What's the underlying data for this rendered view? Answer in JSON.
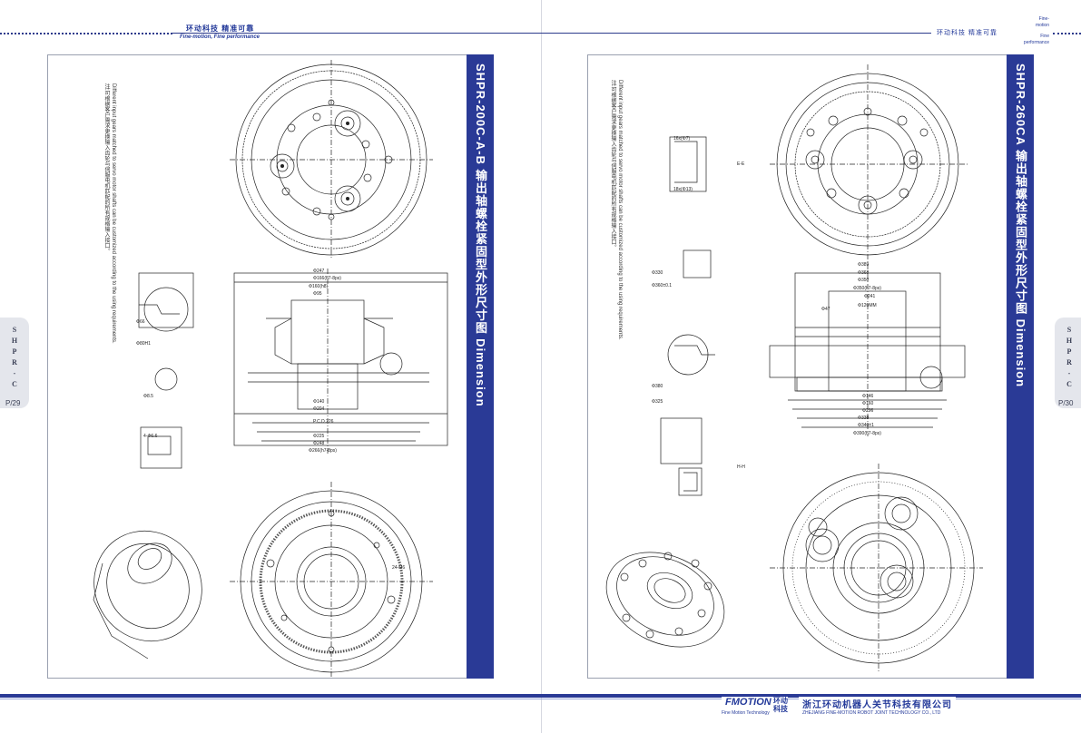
{
  "header": {
    "left_brand_cn": "环动科技   精准可靠",
    "left_brand_en": "Fine-motion, Fine performance",
    "right_brand_cn": "环动科技  精准可靠",
    "right_tiny_1": "Fine-",
    "right_tiny_2": "motion",
    "right_tiny_3": "Fine",
    "right_tiny_4": "performance"
  },
  "left_page": {
    "title": "SHPR-200C-A-B 输出轴螺栓紧固型外形尺寸图 Dimension",
    "note_cn": "注:可根据客户需求更换输入齿轮与伺服电机匹配的所有规格输入接口。",
    "note_en": "Different input gears matched to servo motor shafts can be customized according to the using requirements.",
    "side_tab_letters": [
      "S",
      "H",
      "P",
      "R",
      "-",
      "C"
    ],
    "page_number": "P/29",
    "dims": [
      "Φ247",
      "Φ166(h7-8ps)",
      "Φ160(h8)",
      "Φ95",
      "Φ140",
      "Φ204",
      "P.C.D.226",
      "Φ225",
      "Φ248",
      "Φ266(h7-8ps)",
      "Φ8.5",
      "4-Φ6.6",
      "24-M6",
      "Φ80H1",
      "Φ66"
    ]
  },
  "right_page": {
    "title": "SHPR-260CA 输出轴螺栓紧固型外形尺寸图 Dimension",
    "note_cn": "注:可根据客户需求更换输入齿轮与伺服电机匹配的所有规格输入接口。",
    "note_en": "Different input gears matched to servo motor shafts can be customized according to the using requirements.",
    "side_tab_letters": [
      "S",
      "H",
      "P",
      "R",
      "-",
      "C"
    ],
    "page_number": "P/30",
    "dims": [
      "Φ389",
      "Φ368",
      "Φ350",
      "Φ350(h7-8ps)",
      "Φ241",
      "Φ120MM",
      "Φ47",
      "Φ146",
      "Φ160",
      "Φ296",
      "Φ338",
      "Φ340±1",
      "Φ390(h7-8ps)",
      "Φ330",
      "Φ360±0.1",
      "Φ380",
      "Φ325",
      "E-E",
      "H-H",
      "16x(Φ7)",
      "18x(Φ13)"
    ]
  },
  "footer": {
    "logo": "FMOTION",
    "logo_cn_1": "环动",
    "logo_cn_2": "科技",
    "logo_sub": "Fine Motion Technology",
    "company_cn": "浙江环动机器人关节科技有限公司",
    "company_en": "ZHEJIANG FINE-MOTION ROBOT JOINT TECHNOLOGY CO., LTD"
  }
}
